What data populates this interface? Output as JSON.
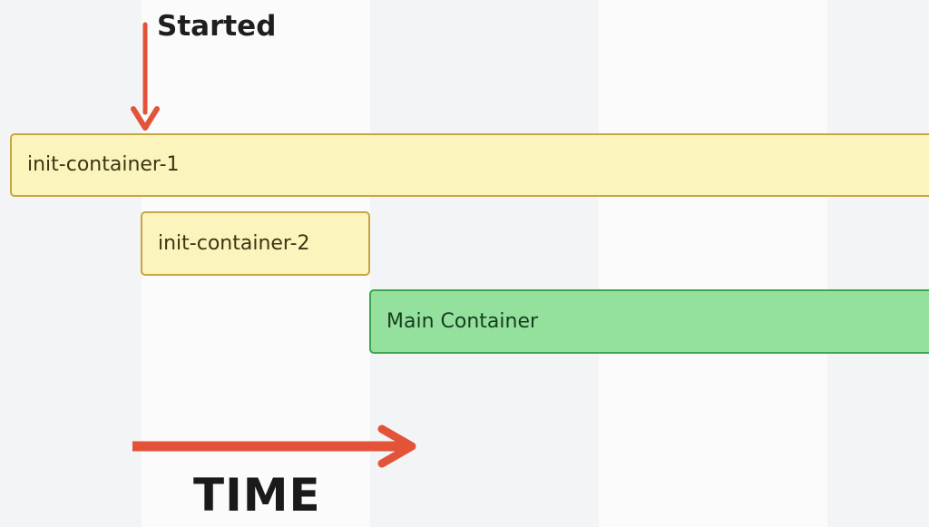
{
  "annotations": {
    "started_label": "Started",
    "time_label": "TIME"
  },
  "containers": [
    {
      "name": "init-container-1",
      "kind": "init"
    },
    {
      "name": "init-container-2",
      "kind": "init"
    },
    {
      "name": "Main Container",
      "kind": "main"
    }
  ],
  "colors": {
    "arrow": "#e2533a",
    "init_fill": "#fbf5bd",
    "init_border": "#c6a640",
    "main_fill": "#94e19e",
    "main_border": "#3fa550"
  }
}
